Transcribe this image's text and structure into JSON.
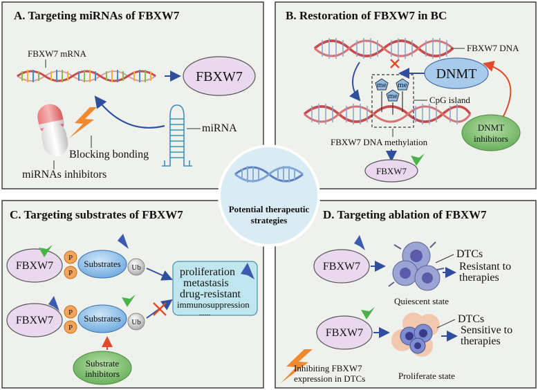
{
  "center": {
    "label_line1": "Potential therapeutic",
    "label_line2": "strategies"
  },
  "panel_a": {
    "title": "A. Targeting miRNAs of FBXW7",
    "mrna_label": "FBXW7 mRNA",
    "protein": "FBXW7",
    "mirna_label": "miRNA",
    "blocking_label": "Blocking bonding",
    "inhibitor_label": "miRNAs inhibitors"
  },
  "panel_b": {
    "title": "B. Restoration of FBXW7 in BC",
    "dna_label": "FBXW7 DNA",
    "dnmt": "DNMT",
    "me": "me",
    "cpg_label": "CpG island",
    "methylation_label": "FBXW7 DNA methylation",
    "protein": "FBXW7",
    "dnmt_inhibitors_line1": "DNMT",
    "dnmt_inhibitors_line2": "inhibitors"
  },
  "panel_c": {
    "title": "C. Targeting substrates of FBXW7",
    "protein": "FBXW7",
    "phospho": "P",
    "substrates": "Substrates",
    "ub": "Ub",
    "outcomes": [
      "proliferation",
      "metastasis",
      "drug-resistant",
      "immunosuppression",
      "......"
    ],
    "substrate_inhibitors_line1": "Substrate",
    "substrate_inhibitors_line2": "inhibitors"
  },
  "panel_d": {
    "title": "D. Targeting ablation of FBXW7",
    "protein": "FBXW7",
    "dtcs": "DTCs",
    "resistant_line1": "Resistant to",
    "resistant_line2": "therapies",
    "quiescent": "Quiescent state",
    "sensitive_line1": "Sensitive to",
    "sensitive_line2": "therapies",
    "proliferate": "Proliferate state",
    "inhibit_line1": "Inhibiting FBXW7",
    "inhibit_line2": "expression in DTCs"
  },
  "colors": {
    "panel_bg": "#eef1ec",
    "panel_border": "#3a3a3a",
    "fbxw7_fill": "#ead9ee",
    "substrate_fill": "#8fc0ea",
    "arrow_blue": "#2f4f9e",
    "up_arrow": "#3a5bb0",
    "down_check": "#4bb24a",
    "red": "#e04a2a",
    "center_fill": "#d9ecf3"
  }
}
